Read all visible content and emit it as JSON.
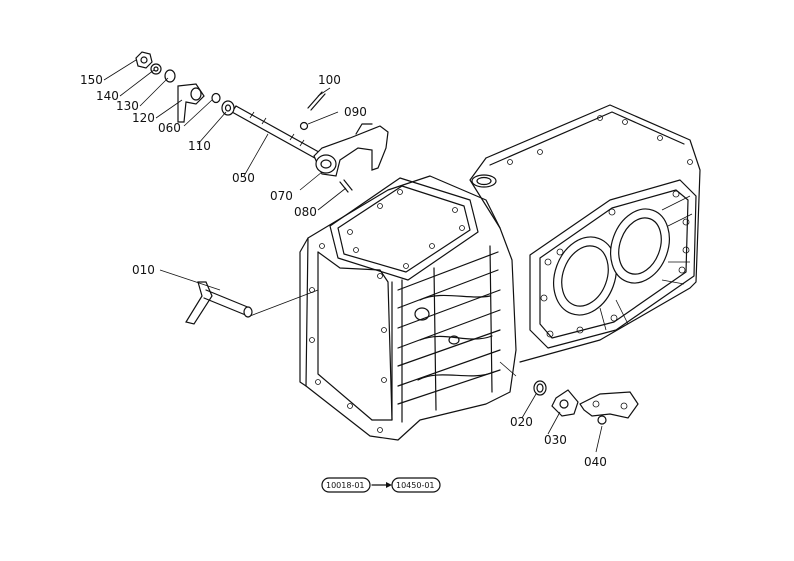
{
  "parts": [
    {
      "id": "p150",
      "label": "150"
    },
    {
      "id": "p140",
      "label": "140"
    },
    {
      "id": "p130",
      "label": "130"
    },
    {
      "id": "p120",
      "label": "120"
    },
    {
      "id": "p060",
      "label": "060"
    },
    {
      "id": "p110",
      "label": "110"
    },
    {
      "id": "p050",
      "label": "050"
    },
    {
      "id": "p100",
      "label": "100"
    },
    {
      "id": "p090",
      "label": "090"
    },
    {
      "id": "p070",
      "label": "070"
    },
    {
      "id": "p080",
      "label": "080"
    },
    {
      "id": "p010",
      "label": "010"
    },
    {
      "id": "p020",
      "label": "020"
    },
    {
      "id": "p030",
      "label": "030"
    },
    {
      "id": "p040",
      "label": "040"
    }
  ],
  "reference": {
    "from": "10018-01",
    "to": "10450-01"
  }
}
